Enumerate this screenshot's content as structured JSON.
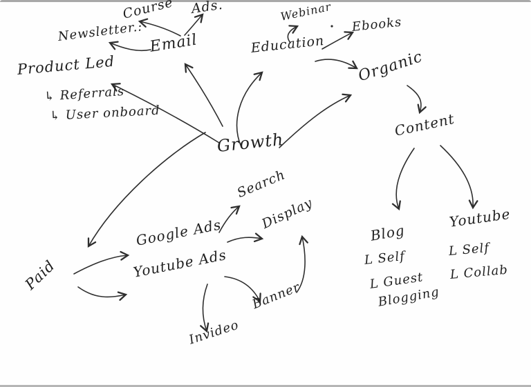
{
  "canvas": {
    "background": "#fefefe",
    "ink_color": "#2e2e2e",
    "border_color": "#a8a8a8"
  },
  "nodes": {
    "growth": {
      "label": "Growth"
    },
    "email": {
      "label": "Email"
    },
    "newsletter": {
      "label": "Newsletter.:"
    },
    "course": {
      "label": "Course"
    },
    "ads": {
      "label": "Ads."
    },
    "education": {
      "label": "Education"
    },
    "webinar": {
      "label": "Webinar"
    },
    "ebooks": {
      "label": "Ebooks"
    },
    "organic": {
      "label": "Organic"
    },
    "content": {
      "label": "Content"
    },
    "product_led": {
      "label": "Product Led"
    },
    "referrals": {
      "label": "↳ Referrals"
    },
    "user_onboard": {
      "label": "↳ User onboard"
    },
    "paid": {
      "label": "Paid"
    },
    "google_ads": {
      "label": "Google Ads"
    },
    "youtube_ads": {
      "label": "Youtube Ads"
    },
    "search": {
      "label": "Search"
    },
    "display": {
      "label": "Display"
    },
    "invideo": {
      "label": "Invideo"
    },
    "banner": {
      "label": "Banner"
    },
    "blog": {
      "label": "Blog"
    },
    "blog_self": {
      "label": "L Self"
    },
    "blog_guest": {
      "label": "L Guest"
    },
    "blogging": {
      "label": "Blogging"
    },
    "youtube": {
      "label": "Youtube"
    },
    "youtube_self": {
      "label": "L Self"
    },
    "youtube_collab": {
      "label": "L Collab"
    }
  },
  "edges": [
    {
      "from": "growth",
      "to": "email"
    },
    {
      "from": "growth",
      "to": "education"
    },
    {
      "from": "growth",
      "to": "organic"
    },
    {
      "from": "growth",
      "to": "product_led"
    },
    {
      "from": "growth",
      "to": "paid"
    },
    {
      "from": "email",
      "to": "newsletter"
    },
    {
      "from": "email",
      "to": "course"
    },
    {
      "from": "email",
      "to": "ads"
    },
    {
      "from": "education",
      "to": "webinar"
    },
    {
      "from": "education",
      "to": "ebooks"
    },
    {
      "from": "education",
      "to": "organic"
    },
    {
      "from": "organic",
      "to": "content"
    },
    {
      "from": "content",
      "to": "blog"
    },
    {
      "from": "content",
      "to": "youtube"
    },
    {
      "from": "paid",
      "to": "google_ads"
    },
    {
      "from": "paid",
      "to": "youtube_ads"
    },
    {
      "from": "google_ads",
      "to": "search"
    },
    {
      "from": "google_ads",
      "to": "display"
    },
    {
      "from": "youtube_ads",
      "to": "invideo"
    },
    {
      "from": "youtube_ads",
      "to": "banner"
    },
    {
      "from": "banner",
      "to": "display"
    }
  ]
}
